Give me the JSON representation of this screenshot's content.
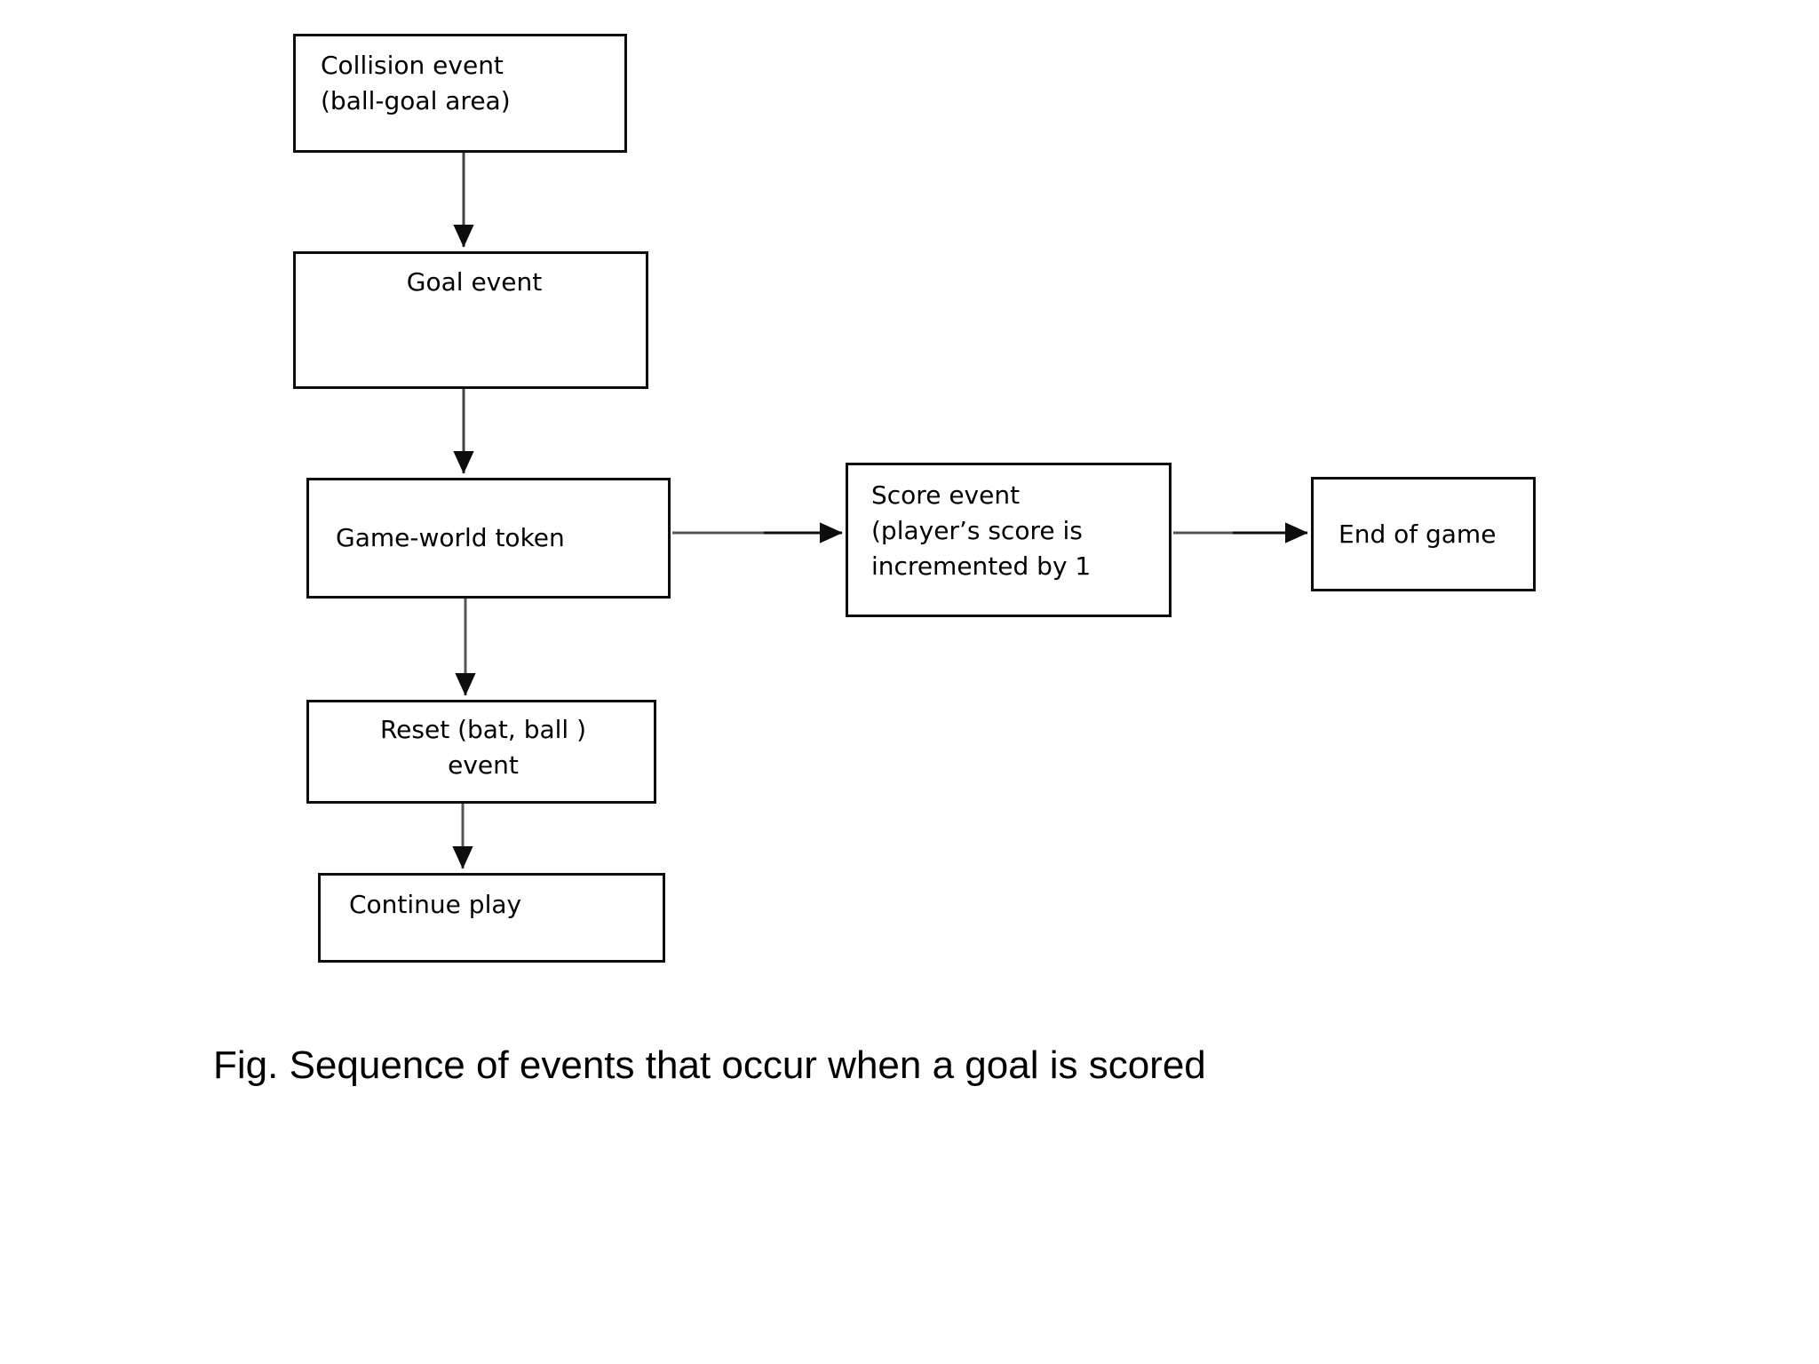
{
  "figure": {
    "caption": "Fig. Sequence of events that occur when a goal is scored",
    "background_color": "#ffffff",
    "stroke_color": "#0d0d0d",
    "text_color": "#000000"
  },
  "nodes": [
    {
      "id": "collision",
      "lines": [
        "Collision event",
        "(ball-goal area)"
      ],
      "line1": "Collision event",
      "line2": "(ball-goal area)"
    },
    {
      "id": "goal",
      "lines": [
        "Goal event"
      ],
      "line1": "Goal event"
    },
    {
      "id": "gameworld",
      "lines": [
        "Game-world token"
      ],
      "line1": "Game-world token"
    },
    {
      "id": "score",
      "lines": [
        "Score event",
        "(player’s score is",
        "incremented by 1"
      ],
      "line1": "Score event",
      "line2": "(player’s score is",
      "line3": "incremented by 1"
    },
    {
      "id": "endgame",
      "lines": [
        "End of game"
      ],
      "line1": "End of game"
    },
    {
      "id": "reset",
      "lines": [
        "Reset (bat, ball )",
        "event"
      ],
      "line1": "Reset (bat, ball )",
      "line2": "event"
    },
    {
      "id": "continue",
      "lines": [
        "Continue play"
      ],
      "line1": "Continue play"
    }
  ],
  "edges": [
    {
      "id": "collision-to-goal",
      "from": "collision",
      "to": "goal",
      "direction": "down"
    },
    {
      "id": "goal-to-gameworld",
      "from": "goal",
      "to": "gameworld",
      "direction": "down"
    },
    {
      "id": "gameworld-to-score",
      "from": "gameworld",
      "to": "score",
      "direction": "right"
    },
    {
      "id": "score-to-endgame",
      "from": "score",
      "to": "endgame",
      "direction": "right"
    },
    {
      "id": "gameworld-to-reset",
      "from": "gameworld",
      "to": "reset",
      "direction": "down"
    },
    {
      "id": "reset-to-continue",
      "from": "reset",
      "to": "continue",
      "direction": "down"
    }
  ]
}
